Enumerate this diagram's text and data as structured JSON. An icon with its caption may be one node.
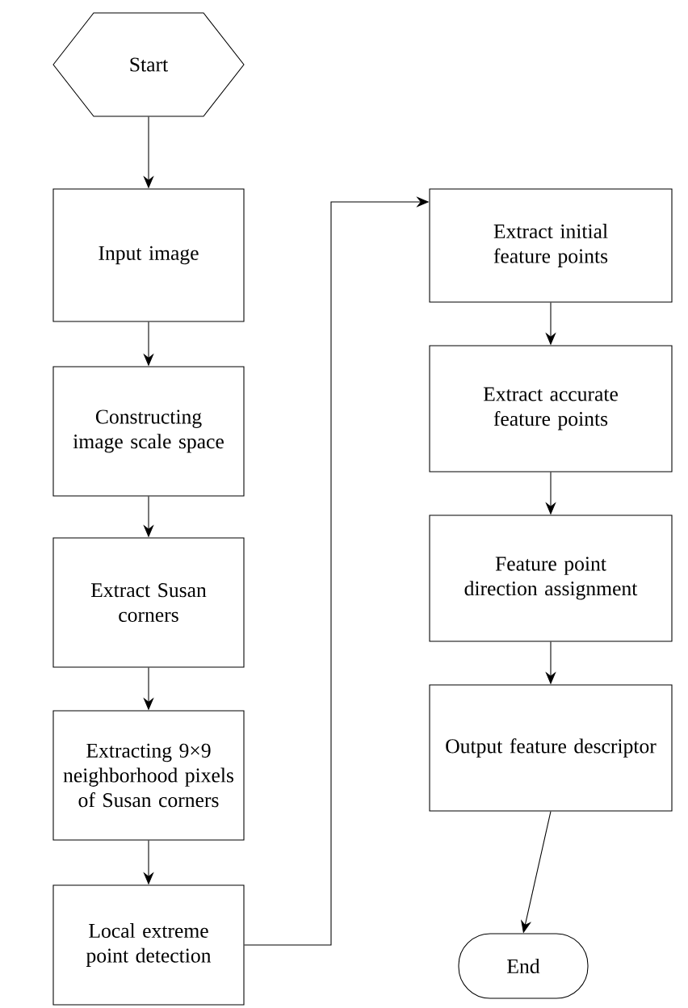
{
  "diagram": {
    "nodes": [
      {
        "text": [
          "Start"
        ]
      },
      {
        "text": [
          "Input image"
        ]
      },
      {
        "text": [
          "Constructing image scale space"
        ]
      },
      {
        "text": [
          "Extract Susan corners"
        ]
      },
      {
        "text": [
          "Extracting 9×9 neighborhood pixels of Susan corners"
        ]
      },
      {
        "text": [
          "Local extreme point detection"
        ]
      },
      {
        "text": [
          "Extract initial feature points"
        ]
      },
      {
        "text": [
          "Extract accurate feature points"
        ]
      },
      {
        "text": [
          "Feature point direction assignment"
        ]
      },
      {
        "text": [
          "Output feature descriptor"
        ]
      },
      {
        "text": [
          "End"
        ]
      }
    ],
    "edges": [
      {
        "from": 0,
        "to": 1,
        "arrow": "to"
      },
      {
        "from": 1,
        "to": 2,
        "arrow": "to"
      },
      {
        "from": 2,
        "to": 3,
        "arrow": "to"
      },
      {
        "from": 3,
        "to": 4,
        "arrow": "to"
      },
      {
        "from": 4,
        "to": 5,
        "arrow": "to"
      },
      {
        "from": 5,
        "to": 6,
        "arrow": "to"
      },
      {
        "from": 6,
        "to": 7,
        "arrow": "to"
      },
      {
        "from": 7,
        "to": 8,
        "arrow": "to"
      },
      {
        "from": 8,
        "to": 9,
        "arrow": "to"
      },
      {
        "from": 9,
        "to": 10,
        "arrow": "to"
      }
    ]
  }
}
